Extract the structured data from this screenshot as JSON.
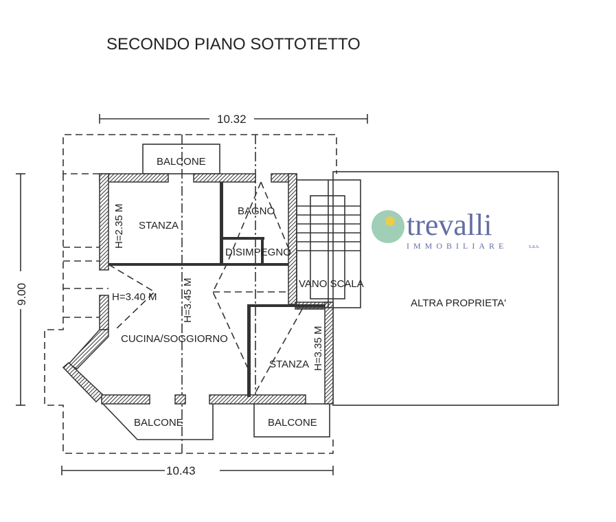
{
  "title": "SECONDO PIANO SOTTOTETTO",
  "dimensions": {
    "top_width": "10.32",
    "bottom_width": "10.43",
    "left_height": "9.00"
  },
  "rooms": {
    "stanza_1": "STANZA",
    "bagno": "BAGNO",
    "disimpegno": "DISIMPEGNO",
    "vano_scala": "VANO SCALA",
    "cucina_soggiorno": "CUCINA/SOGGIORNO",
    "stanza_2": "STANZA",
    "altra_proprieta": "ALTRA PROPRIETA'",
    "balcone_top": "BALCONE",
    "balcone_bottom_left": "BALCONE",
    "balcone_bottom_right": "BALCONE"
  },
  "heights": {
    "stanza_1": "H=2.35 M",
    "side": "H=3.40 M",
    "cucina": "H=3.45 M",
    "stanza_2": "H=3.35 M"
  },
  "watermark": {
    "brand": "trevalli",
    "sub": "IMMOBILIARE",
    "suffix": "s.a.s.",
    "brand_color": "#3d4a8c",
    "logo_color": "#3a9a6a"
  }
}
